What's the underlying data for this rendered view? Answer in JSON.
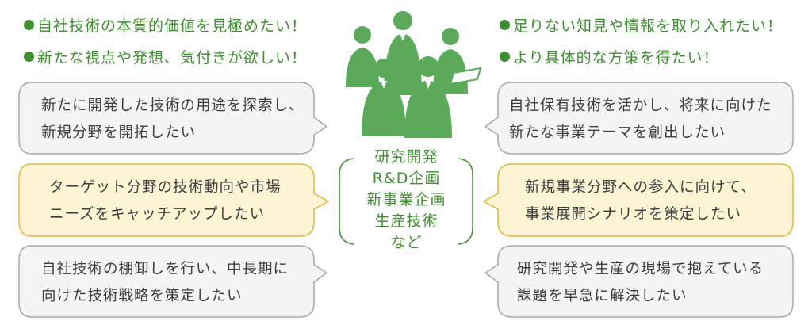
{
  "goals_left": [
    "自社技術の本質的価値を見極めたい！",
    "新たな視点や発想、気付きが欲しい！"
  ],
  "goals_right": [
    "足りない知見や情報を取り入れたい！",
    "より具体的な方策を得たい！"
  ],
  "bubbles_left": [
    {
      "lines": [
        "新たに開発した技術の用途を探索し、",
        "新規分野を開拓したい"
      ]
    },
    {
      "lines": [
        "ターゲット分野の技術動向や市場",
        "ニーズをキャッチアップしたい"
      ]
    },
    {
      "lines": [
        "自社技術の棚卸しを行い、中長期に",
        "向けた技術戦略を策定したい"
      ]
    }
  ],
  "bubbles_right": [
    {
      "lines": [
        "自社保有技術を活かし、将来に向けた",
        "新たな事業テーマを創出したい"
      ]
    },
    {
      "lines": [
        "新規事業分野への参入に向けて、",
        "事業展開シナリオを策定したい"
      ]
    },
    {
      "lines": [
        "研究開発や生産の現場で抱えている",
        "課題を早急に解決したい"
      ]
    }
  ],
  "departments": [
    "研究開発",
    "R&D企画",
    "新事業企画",
    "生産技術",
    "など"
  ],
  "colors": {
    "accent_green": "#3d8f2f",
    "figure_green": "#5aaa5a",
    "bubble_gray_fill": "#f4f4f4",
    "bubble_gray_stroke": "#a8a8a8",
    "bubble_yellow_fill": "#fdf4d3",
    "bubble_yellow_stroke": "#e3b53a"
  }
}
